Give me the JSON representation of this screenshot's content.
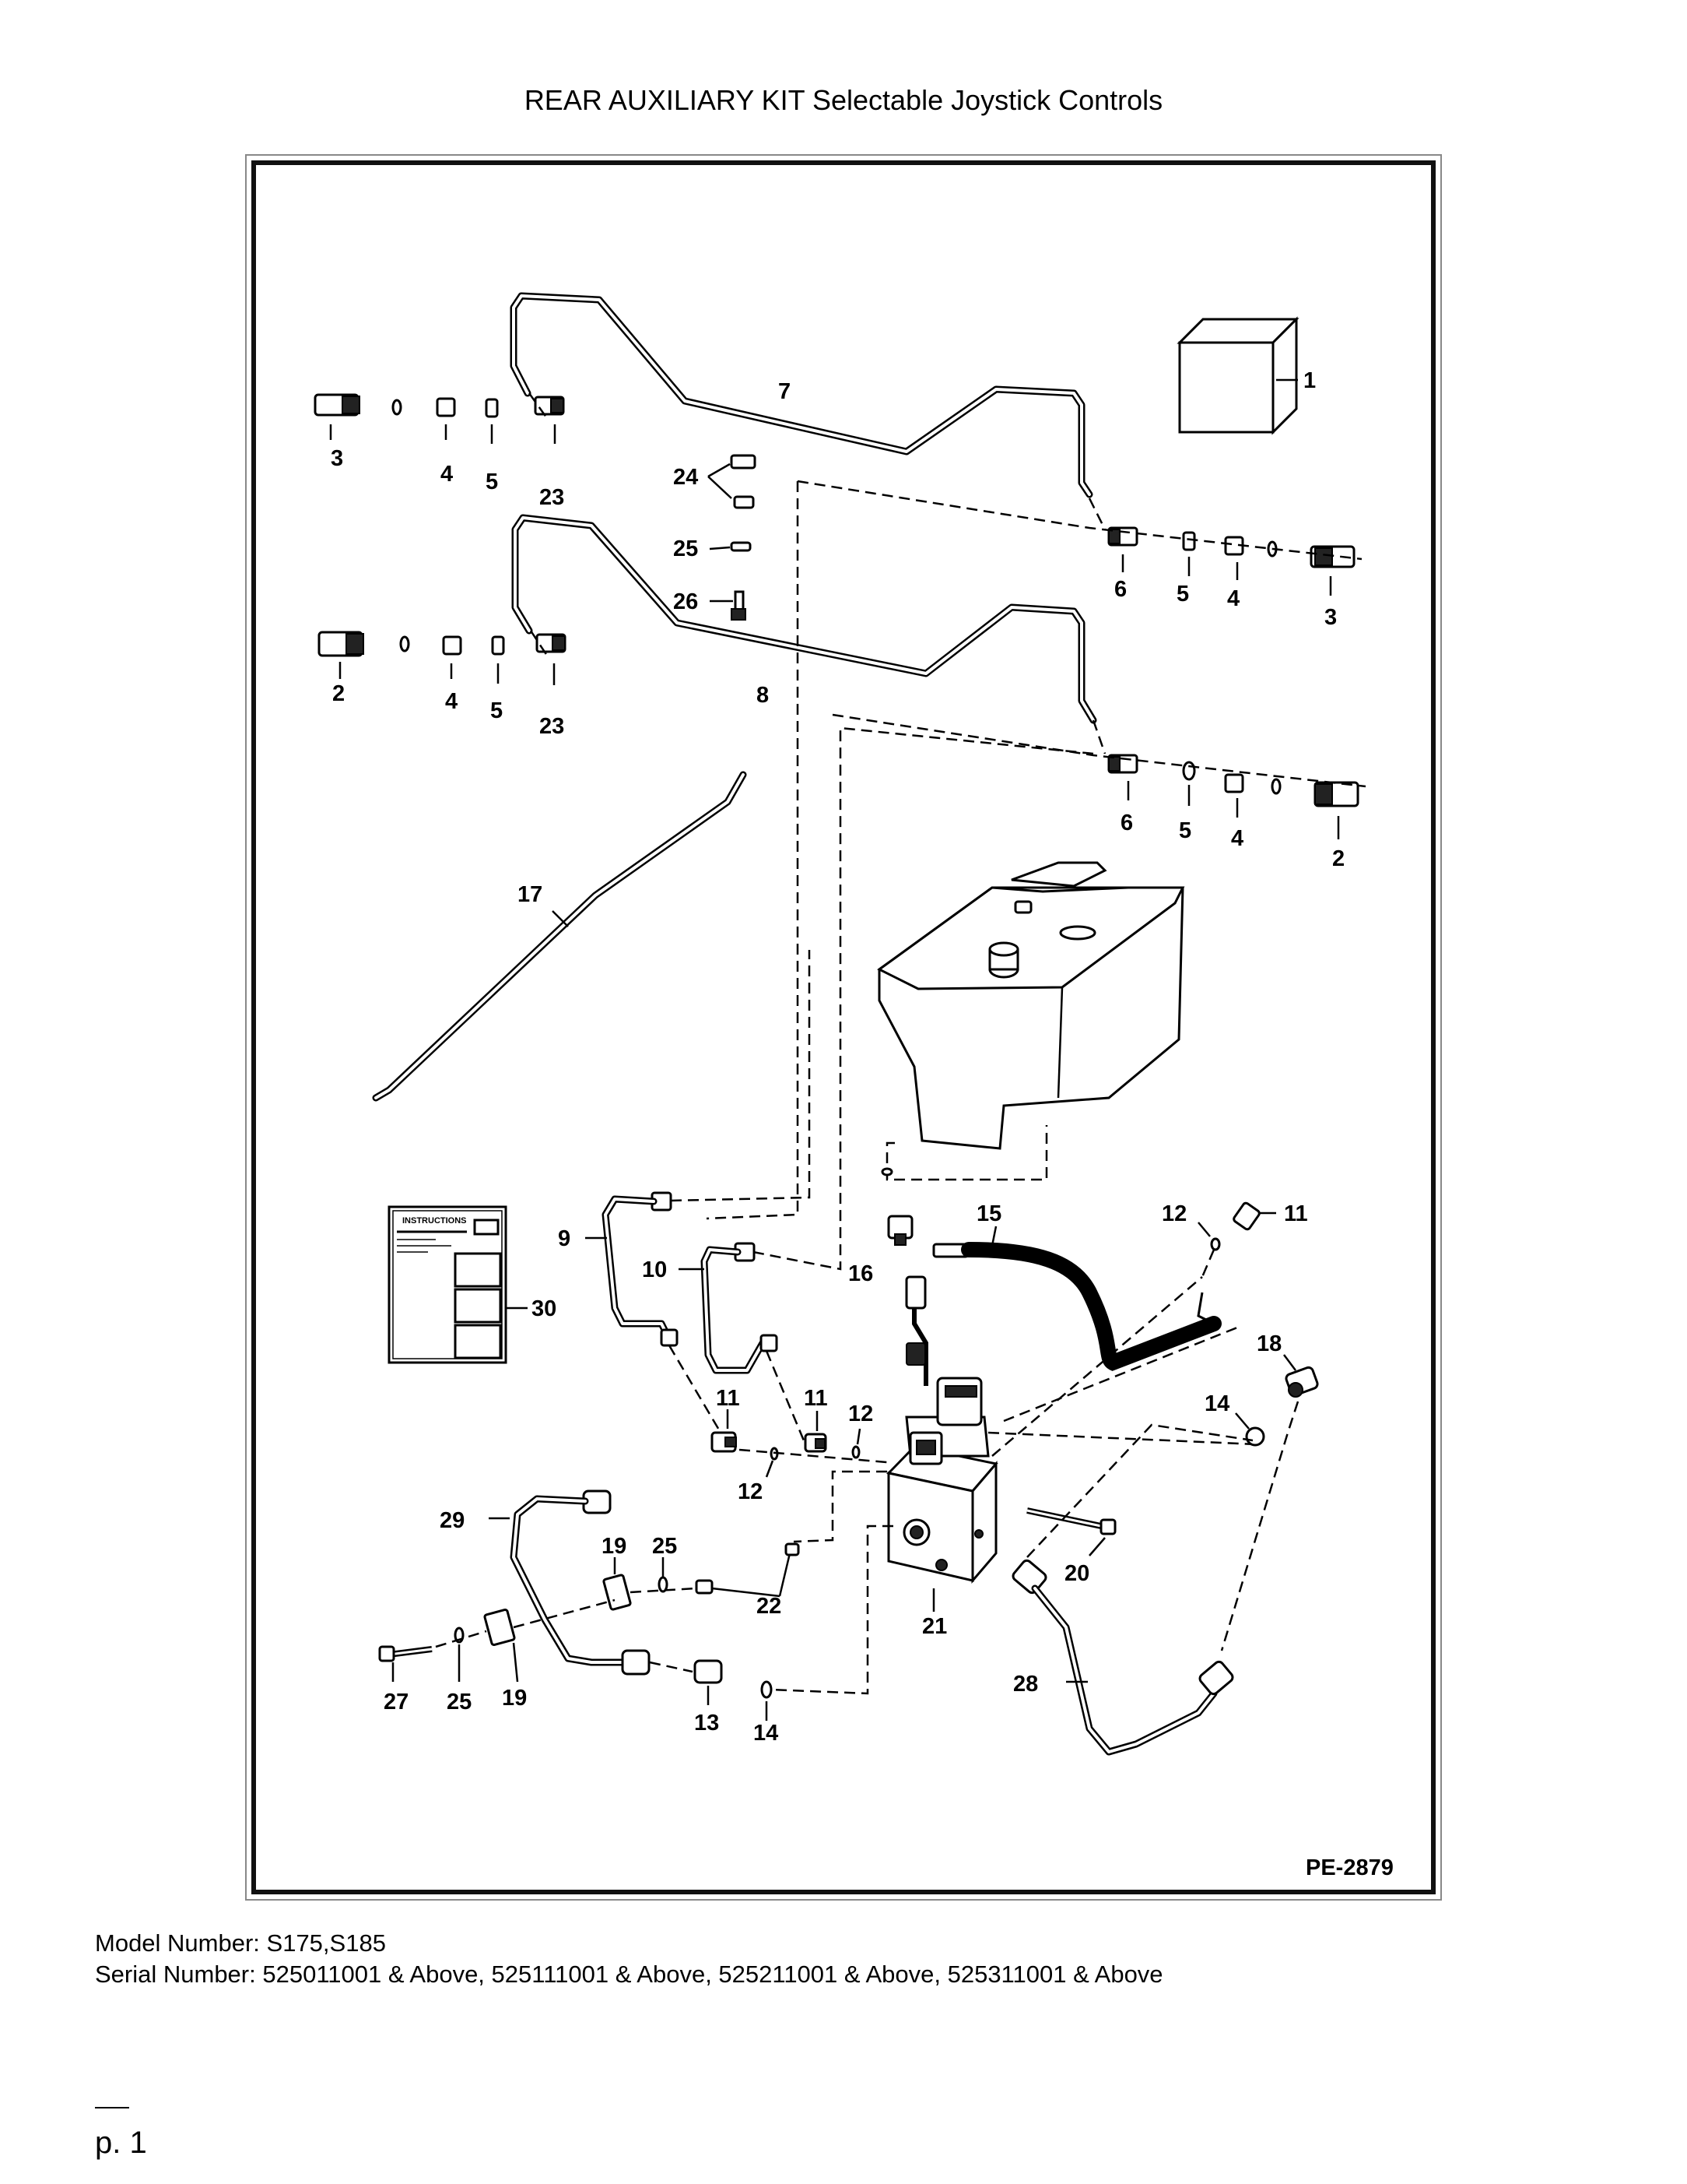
{
  "page": {
    "title": "REAR AUXILIARY KIT Selectable Joystick Controls",
    "model_line": "Model Number: S175,S185",
    "serial_line": "Serial Number: 525011001 & Above, 525111001 & Above, 525211001 & Above, 525311001 & Above",
    "page_number": "p. 1"
  },
  "diagram": {
    "ref_code": "PE-2879",
    "instructions_heading": "INSTRUCTIONS",
    "callouts": {
      "c1": "1",
      "c2a": "2",
      "c2b": "2",
      "c3a": "3",
      "c3b": "3",
      "c4a": "4",
      "c4b": "4",
      "c4c": "4",
      "c4d": "4",
      "c5a": "5",
      "c5b": "5",
      "c5c": "5",
      "c5d": "5",
      "c6a": "6",
      "c6b": "6",
      "c7": "7",
      "c8": "8",
      "c9": "9",
      "c10": "10",
      "c11a": "11",
      "c11b": "11",
      "c11c": "11",
      "c12a": "12",
      "c12b": "12",
      "c12c": "12",
      "c13": "13",
      "c14a": "14",
      "c14b": "14",
      "c15": "15",
      "c16": "16",
      "c17": "17",
      "c18": "18",
      "c19a": "19",
      "c19b": "19",
      "c20": "20",
      "c21": "21",
      "c22": "22",
      "c23a": "23",
      "c23b": "23",
      "c24": "24",
      "c25a": "25",
      "c25b": "25",
      "c25c": "25",
      "c26": "26",
      "c27": "27",
      "c28": "28",
      "c29": "29",
      "c30": "30"
    }
  }
}
